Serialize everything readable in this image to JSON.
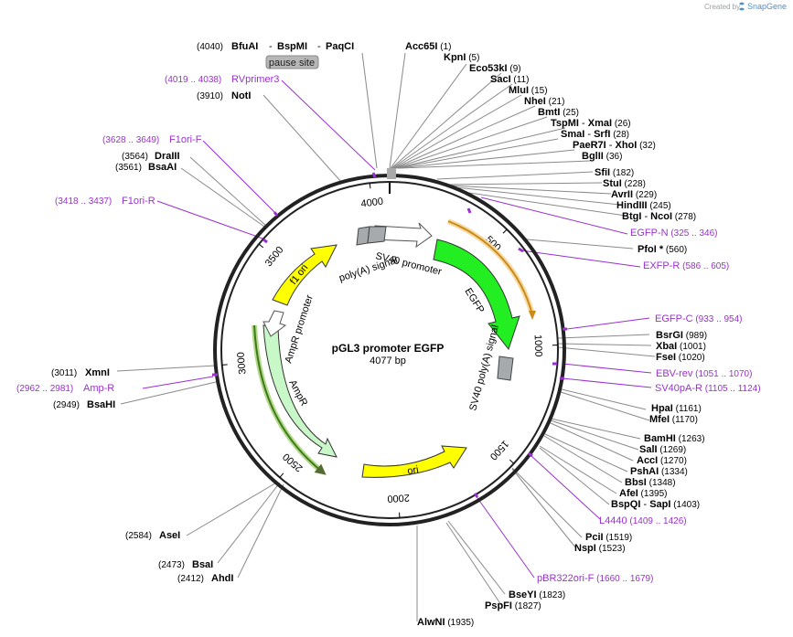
{
  "header": {
    "credit_text": "Created by",
    "brand": "SnapGene"
  },
  "map": {
    "name": "pGL3 promoter  EGFP",
    "size_label": "4077 bp"
  },
  "ring_ticks": [
    {
      "bp": 500,
      "label": "500"
    },
    {
      "bp": 1000,
      "label": "1000"
    },
    {
      "bp": 1500,
      "label": "1500"
    },
    {
      "bp": 2000,
      "label": "2000"
    },
    {
      "bp": 2500,
      "label": "2500"
    },
    {
      "bp": 3000,
      "label": "3000"
    },
    {
      "bp": 3500,
      "label": "3500"
    },
    {
      "bp": 4000,
      "label": "4000"
    }
  ],
  "features": [
    {
      "key": "sv40-promoter",
      "label": "SV40 promoter",
      "color": "#ffffff"
    },
    {
      "key": "egfp",
      "label": "EGFP",
      "color": "#22ee22"
    },
    {
      "key": "sv40-polya",
      "label": "SV40 poly(A) signal",
      "color": "#a6aaad"
    },
    {
      "key": "ori",
      "label": "ori",
      "color": "#ffff00"
    },
    {
      "key": "ampr",
      "label": "AmpR",
      "color": "#c8f8c8"
    },
    {
      "key": "ampr-promoter",
      "label": "AmpR promoter",
      "color": "#ffffff"
    },
    {
      "key": "f1-ori",
      "label": "f1 ori",
      "color": "#ffff00"
    },
    {
      "key": "polya-signal",
      "label": "poly(A) signal",
      "color": "#a6aaad"
    }
  ],
  "pause_site": "pause site",
  "sites_top": [
    {
      "pos": "(4040)",
      "names": [
        "BfuAI",
        "BspMI",
        "PaqCI"
      ]
    },
    {
      "pos": "(3910)",
      "names": [
        "NotI"
      ]
    },
    {
      "pos": "(3564)",
      "names": [
        "DraIII"
      ]
    },
    {
      "pos": "(3561)",
      "names": [
        "BsaAI"
      ]
    }
  ],
  "sites_right": [
    {
      "names": [
        "Acc65I"
      ],
      "pos": "(1)"
    },
    {
      "names": [
        "KpnI"
      ],
      "pos": "(5)"
    },
    {
      "names": [
        "Eco53kI"
      ],
      "pos": "(9)"
    },
    {
      "names": [
        "SacI"
      ],
      "pos": "(11)"
    },
    {
      "names": [
        "MluI"
      ],
      "pos": "(15)"
    },
    {
      "names": [
        "NheI"
      ],
      "pos": "(21)"
    },
    {
      "names": [
        "BmtI"
      ],
      "pos": "(25)"
    },
    {
      "names": [
        "TspMI",
        "XmaI"
      ],
      "pos": "(26)"
    },
    {
      "names": [
        "SmaI",
        "SrfI"
      ],
      "pos": "(28)"
    },
    {
      "names": [
        "PaeR7I",
        "XhoI"
      ],
      "pos": "(32)"
    },
    {
      "names": [
        "BglII"
      ],
      "pos": "(36)"
    },
    {
      "names": [
        "SfiI"
      ],
      "pos": "(182)"
    },
    {
      "names": [
        "StuI"
      ],
      "pos": "(228)"
    },
    {
      "names": [
        "AvrII"
      ],
      "pos": "(229)"
    },
    {
      "names": [
        "HindIII"
      ],
      "pos": "(245)"
    },
    {
      "names": [
        "BtgI",
        "NcoI"
      ],
      "pos": "(278)"
    },
    {
      "names": [
        "PfoI *"
      ],
      "pos": "(560)"
    },
    {
      "names": [
        "BsrGI"
      ],
      "pos": "(989)"
    },
    {
      "names": [
        "XbaI"
      ],
      "pos": "(1001)"
    },
    {
      "names": [
        "FseI"
      ],
      "pos": "(1020)"
    },
    {
      "names": [
        "HpaI"
      ],
      "pos": "(1161)"
    },
    {
      "names": [
        "MfeI"
      ],
      "pos": "(1170)"
    },
    {
      "names": [
        "BamHI"
      ],
      "pos": "(1263)"
    },
    {
      "names": [
        "SalI"
      ],
      "pos": "(1269)"
    },
    {
      "names": [
        "AccI"
      ],
      "pos": "(1270)"
    },
    {
      "names": [
        "PshAI"
      ],
      "pos": "(1334)"
    },
    {
      "names": [
        "BbsI"
      ],
      "pos": "(1348)"
    },
    {
      "names": [
        "AfeI"
      ],
      "pos": "(1395)"
    },
    {
      "names": [
        "BspQI",
        "SapI"
      ],
      "pos": "(1403)"
    },
    {
      "names": [
        "PciI"
      ],
      "pos": "(1519)"
    },
    {
      "names": [
        "NspI"
      ],
      "pos": "(1523)"
    },
    {
      "names": [
        "BseYI"
      ],
      "pos": "(1823)"
    },
    {
      "names": [
        "PspFI"
      ],
      "pos": "(1827)"
    },
    {
      "names": [
        "AlwNI"
      ],
      "pos": "(1935)"
    }
  ],
  "sites_left": [
    {
      "pos": "(3011)",
      "names": [
        "XmnI"
      ]
    },
    {
      "pos": "(2949)",
      "names": [
        "BsaHI"
      ]
    },
    {
      "pos": "(2584)",
      "names": [
        "AseI"
      ]
    },
    {
      "pos": "(2473)",
      "names": [
        "BsaI"
      ]
    },
    {
      "pos": "(2412)",
      "names": [
        "AhdI"
      ]
    }
  ],
  "primers": [
    {
      "name": "RVprimer3",
      "pos": "(4019 .. 4038)",
      "side": "left"
    },
    {
      "name": "F1ori-F",
      "pos": "(3628 .. 3649)",
      "side": "left"
    },
    {
      "name": "F1ori-R",
      "pos": "(3418 .. 3437)",
      "side": "left"
    },
    {
      "name": "Amp-R",
      "pos": "(2962 .. 2981)",
      "side": "left"
    },
    {
      "name": "EGFP-N",
      "pos": "(325 .. 346)",
      "side": "right"
    },
    {
      "name": "EXFP-R",
      "pos": "(586 .. 605)",
      "side": "right"
    },
    {
      "name": "EGFP-C",
      "pos": "(933 .. 954)",
      "side": "right"
    },
    {
      "name": "EBV-rev",
      "pos": "(1051 .. 1070)",
      "side": "right"
    },
    {
      "name": "SV40pA-R",
      "pos": "(1105 .. 1124)",
      "side": "right"
    },
    {
      "name": "L4440",
      "pos": "(1409 .. 1426)",
      "side": "right"
    },
    {
      "name": "pBR322ori-F",
      "pos": "(1660 .. 1679)",
      "side": "right"
    }
  ]
}
